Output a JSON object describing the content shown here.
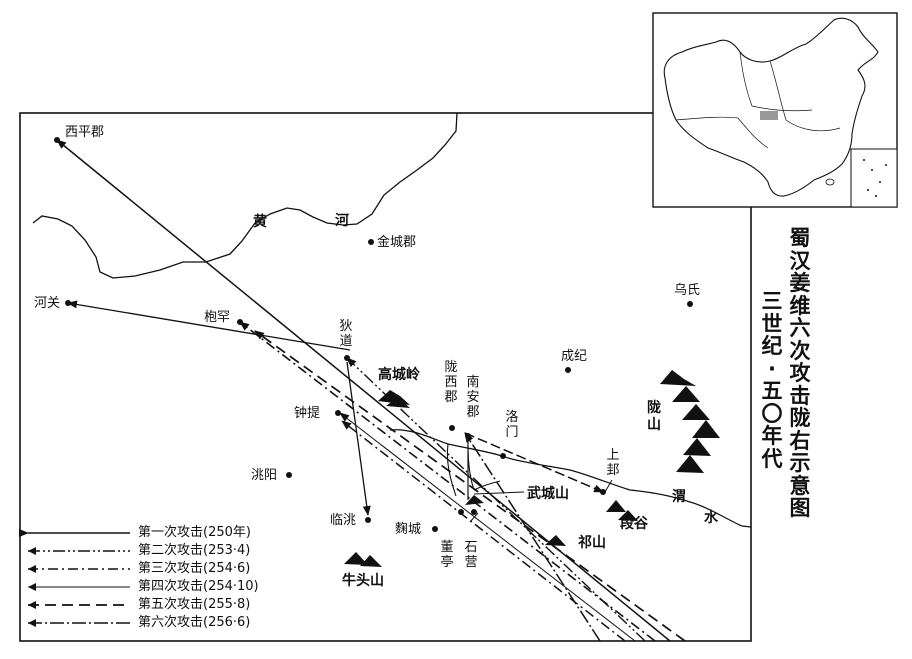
{
  "title_lines": [
    "三世纪·五〇年代",
    "蜀汉姜维六次攻击陇右示意图"
  ],
  "places": {
    "xiping": "西平郡",
    "jincheng": "金城郡",
    "heguan": "河关",
    "fuhan": "枹罕",
    "didao": "狄道",
    "zhongti": "钟提",
    "taoyang": "洮阳",
    "lintao": "临洮",
    "weicheng": "麴城",
    "dongting": "董亭",
    "shiying": "石营",
    "longxi": "陇西郡",
    "nanan": "南安郡",
    "luomen": "洛门",
    "chengji": "成纪",
    "wushi": "乌氏",
    "shanggui": "上邽"
  },
  "features": {
    "yellow_river_1": "黄",
    "yellow_river_2": "河",
    "gaochengling": "高城岭",
    "wuchengshan": "武城山",
    "qishan": "祁山",
    "duangu": "段谷",
    "niutoushan": "牛头山",
    "longshan": "陇山",
    "weishui_1": "渭",
    "weishui_2": "水"
  },
  "legend": [
    {
      "label": "第一次攻击(250年)",
      "style": "solid"
    },
    {
      "label": "第二次攻击(253·4)",
      "style": "dash-dot-dot"
    },
    {
      "label": "第三次攻击(254·6)",
      "style": "dash-dot"
    },
    {
      "label": "第四次攻击(254·10)",
      "style": "solid-fine"
    },
    {
      "label": "第五次攻击(255·8)",
      "style": "dashed"
    },
    {
      "label": "第六次攻击(256·6)",
      "style": "dash-dot-long"
    }
  ],
  "colors": {
    "ink": "#111111",
    "background": "#ffffff",
    "highlight": "#999999"
  }
}
